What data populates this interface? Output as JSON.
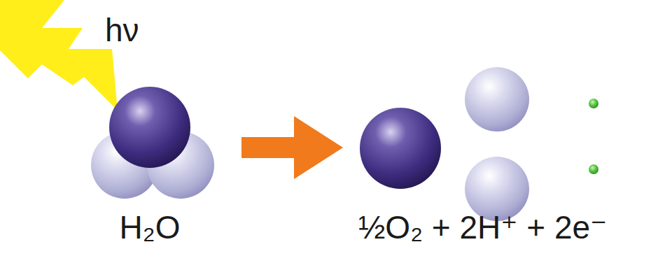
{
  "diagram": {
    "labels": [
      "hν",
      "H₂O",
      "½O₂ + 2H⁺ + 2e⁻"
    ]
  }
}
